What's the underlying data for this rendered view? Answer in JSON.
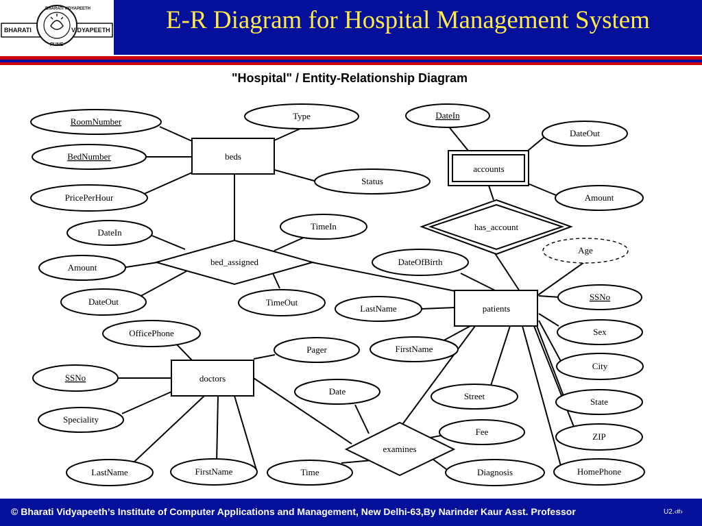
{
  "header": {
    "title": "E-R Diagram for Hospital Management System",
    "logo": {
      "arc_text": "BHARATI VIDYAPEETH",
      "left_text": "BHARATI",
      "right_text": "VIDYAPEETH",
      "bottom_text": "PUNE"
    }
  },
  "diagram": {
    "title": "\"Hospital\" / Entity-Relationship Diagram",
    "entities": {
      "beds": "beds",
      "accounts": "accounts",
      "patients": "patients",
      "doctors": "doctors"
    },
    "relationships": {
      "has_account": "has_account",
      "bed_assigned": "bed_assigned",
      "examines": "examines"
    },
    "attributes": {
      "room_number": "RoomNumber",
      "bed_number": "BedNumber",
      "price_per_hour": "PricePerHour",
      "beds_type": "Type",
      "beds_status": "Status",
      "accounts_date_in": "DateIn",
      "accounts_date_out": "DateOut",
      "accounts_amount": "Amount",
      "ba_date_in": "DateIn",
      "ba_amount": "Amount",
      "ba_date_out": "DateOut",
      "ba_time_in": "TimeIn",
      "ba_time_out": "TimeOut",
      "age": "Age",
      "date_of_birth": "DateOfBirth",
      "p_ssno": "SSNo",
      "p_last_name": "LastName",
      "p_first_name": "FirstName",
      "sex": "Sex",
      "city": "City",
      "state": "State",
      "street": "Street",
      "zip": "ZIP",
      "home_phone": "HomePhone",
      "office_phone": "OfficePhone",
      "pager": "Pager",
      "d_ssno": "SSNo",
      "speciality": "Speciality",
      "d_last_name": "LastName",
      "d_first_name": "FirstName",
      "ex_date": "Date",
      "ex_time": "Time",
      "fee": "Fee",
      "diagnosis": "Diagnosis"
    }
  },
  "footer": {
    "text": "© Bharati Vidyapeeth’s Institute of Computer Applications and Management, New Delhi-63,By Narinder Kaur Asst. Professor",
    "slide_number": "U2.‹#›"
  },
  "colors": {
    "header_bg": "#04109a",
    "title_text": "#ffe84a",
    "stripe_red": "#cc0000",
    "footer_text": "#ffffff"
  }
}
